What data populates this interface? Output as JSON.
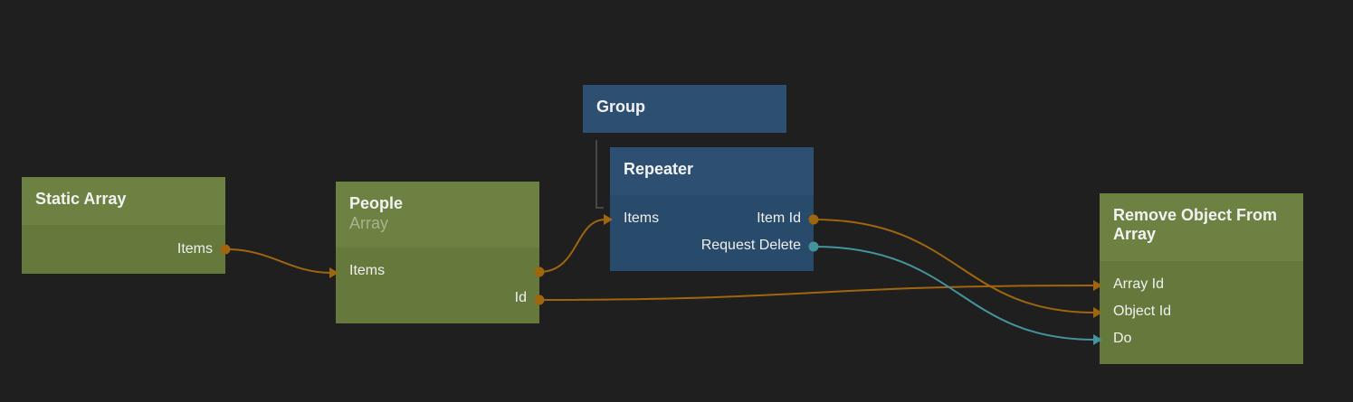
{
  "colors": {
    "background": "#1f1f1f",
    "data_node": "#6d8142",
    "visual_node": "#2c4f72",
    "data_connection": "#a0660f",
    "signal_connection": "#44949e"
  },
  "nodes": {
    "static_array": {
      "title": "Static Array",
      "outputs": {
        "items": "Items"
      }
    },
    "people": {
      "title": "People",
      "subtitle": "Array",
      "inputs": {
        "items": "Items"
      },
      "outputs": {
        "id": "Id"
      }
    },
    "group": {
      "title": "Group"
    },
    "repeater": {
      "title": "Repeater",
      "inputs": {
        "items": "Items"
      },
      "outputs": {
        "item_id": "Item Id",
        "request_delete": "Request Delete"
      }
    },
    "remove_object": {
      "title": "Remove Object From Array",
      "inputs": {
        "array_id": "Array Id",
        "object_id": "Object Id",
        "do": "Do"
      }
    }
  },
  "connections": [
    {
      "from": "Static Array.Items",
      "to": "People.Items",
      "kind": "data"
    },
    {
      "from": "People",
      "to": "Repeater.Items",
      "kind": "data"
    },
    {
      "from": "People.Id",
      "to": "Remove Object From Array.Array Id",
      "kind": "data"
    },
    {
      "from": "Repeater.Item Id",
      "to": "Remove Object From Array.Object Id",
      "kind": "data"
    },
    {
      "from": "Repeater.Request Delete",
      "to": "Remove Object From Array.Do",
      "kind": "signal"
    }
  ]
}
